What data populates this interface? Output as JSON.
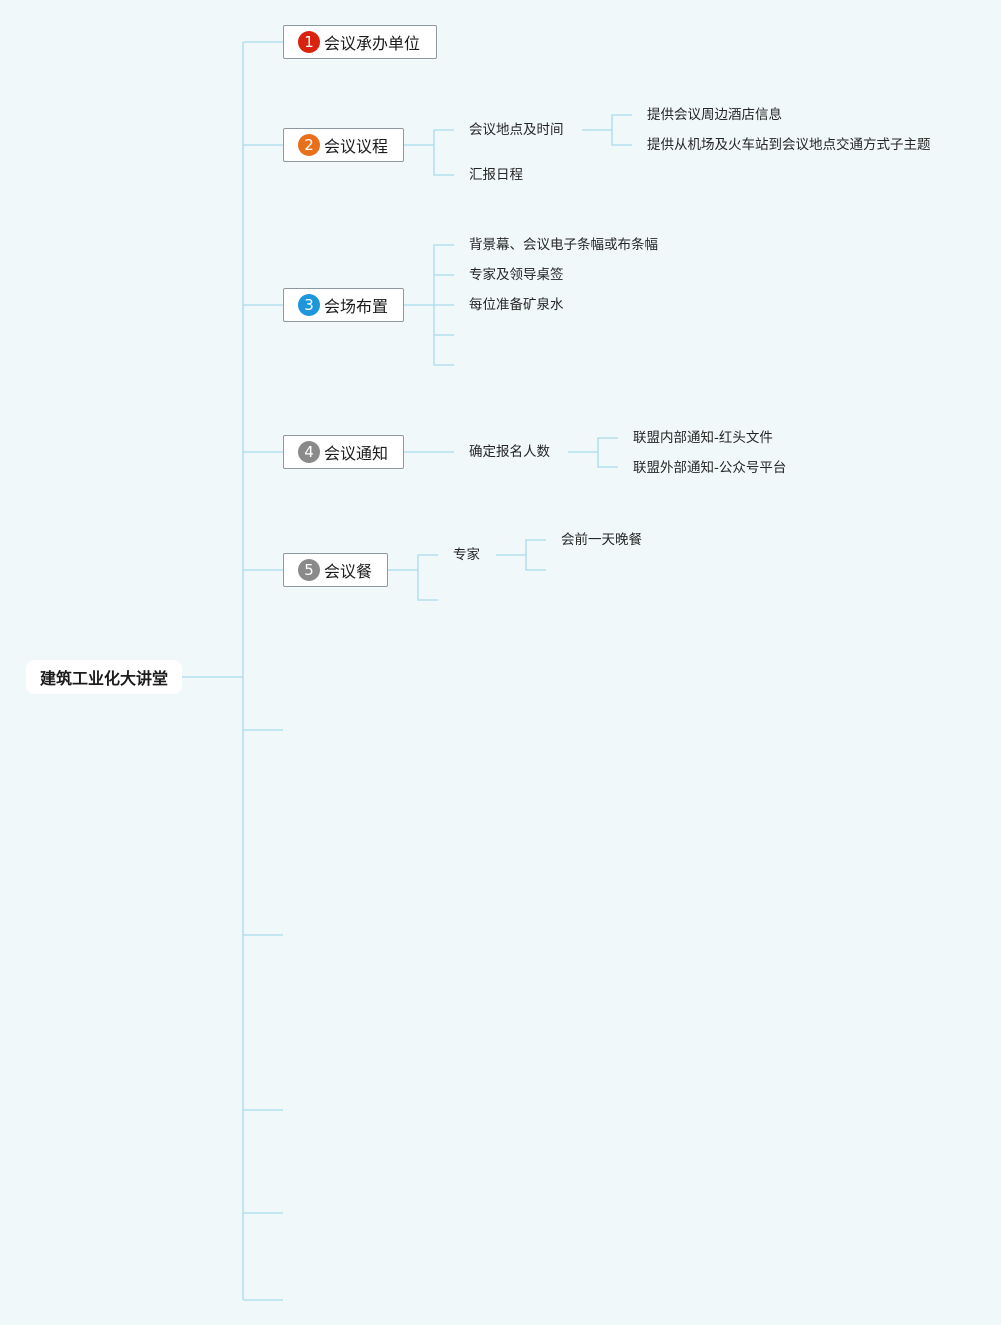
{
  "root": {
    "label": "建筑工业化大讲堂"
  },
  "colors": {
    "background": "#f1f8fa",
    "connector": "#a8dcea",
    "badge_1": "#d9230f",
    "badge_2": "#e8701a",
    "badge_3": "#1e96dc",
    "badge_4": "#8a8a8a",
    "badge_5": "#8a8a8a"
  },
  "topics": [
    {
      "number": "1",
      "label": "会议承办单位"
    },
    {
      "number": "2",
      "label": "会议议程",
      "children": [
        {
          "label": "会议地点及时间",
          "children": [
            {
              "label": "提供会议周边酒店信息"
            },
            {
              "label": "提供从机场及火车站到会议地点交通方式子主题"
            }
          ]
        },
        {
          "label": "汇报日程"
        }
      ]
    },
    {
      "number": "3",
      "label": "会场布置",
      "children": [
        {
          "label": "背景幕、会议电子条幅或布条幅"
        },
        {
          "label": "专家及领导桌签"
        },
        {
          "label": "每位准备矿泉水"
        }
      ]
    },
    {
      "number": "4",
      "label": "会议通知",
      "children": [
        {
          "label": "确定报名人数",
          "children": [
            {
              "label": "联盟内部通知-红头文件"
            },
            {
              "label": "联盟外部通知-公众号平台"
            }
          ]
        }
      ]
    },
    {
      "number": "5",
      "label": "会议餐",
      "children": [
        {
          "label": "专家",
          "children": [
            {
              "label": "会前一天晚餐"
            }
          ]
        }
      ]
    }
  ]
}
